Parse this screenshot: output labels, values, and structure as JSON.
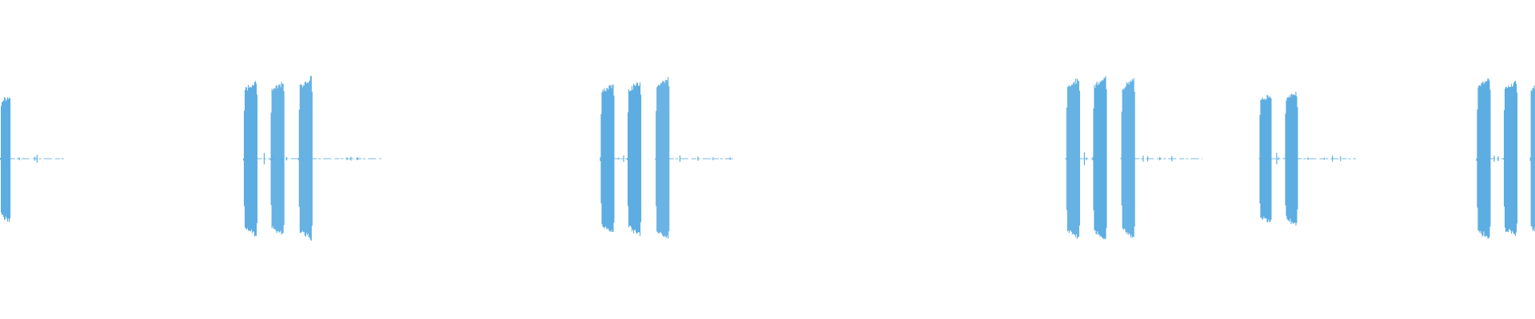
{
  "waveform": {
    "color": "#5dade2",
    "background": "#ffffff",
    "duration_s": 12.0,
    "bursts": [
      {
        "start_s": 0.0,
        "end_s": 0.08,
        "amp": 0.78,
        "tail_end_s": 0.5
      },
      {
        "start_s": 1.9,
        "end_s": 2.01,
        "amp": 0.96,
        "tail_end_s": 2.4
      },
      {
        "start_s": 2.11,
        "end_s": 2.22,
        "amp": 0.94
      },
      {
        "start_s": 2.33,
        "end_s": 2.44,
        "amp": 1.0,
        "tail_end_s": 2.98
      },
      {
        "start_s": 4.69,
        "end_s": 4.8,
        "amp": 0.92,
        "tail_end_s": 4.9
      },
      {
        "start_s": 4.9,
        "end_s": 5.01,
        "amp": 0.95
      },
      {
        "start_s": 5.12,
        "end_s": 5.23,
        "amp": 1.0,
        "tail_end_s": 5.75
      },
      {
        "start_s": 8.33,
        "end_s": 8.44,
        "amp": 1.0,
        "tail_end_s": 8.54
      },
      {
        "start_s": 8.54,
        "end_s": 8.65,
        "amp": 1.0
      },
      {
        "start_s": 8.76,
        "end_s": 8.87,
        "amp": 0.98,
        "tail_end_s": 9.4
      },
      {
        "start_s": 9.84,
        "end_s": 9.94,
        "amp": 0.8,
        "tail_end_s": 10.04
      },
      {
        "start_s": 10.04,
        "end_s": 10.14,
        "amp": 0.82,
        "tail_end_s": 10.6
      },
      {
        "start_s": 11.54,
        "end_s": 11.65,
        "amp": 1.0,
        "tail_end_s": 11.75
      },
      {
        "start_s": 11.75,
        "end_s": 11.86,
        "amp": 0.96
      },
      {
        "start_s": 11.96,
        "end_s": 12.0,
        "amp": 0.92
      }
    ]
  }
}
